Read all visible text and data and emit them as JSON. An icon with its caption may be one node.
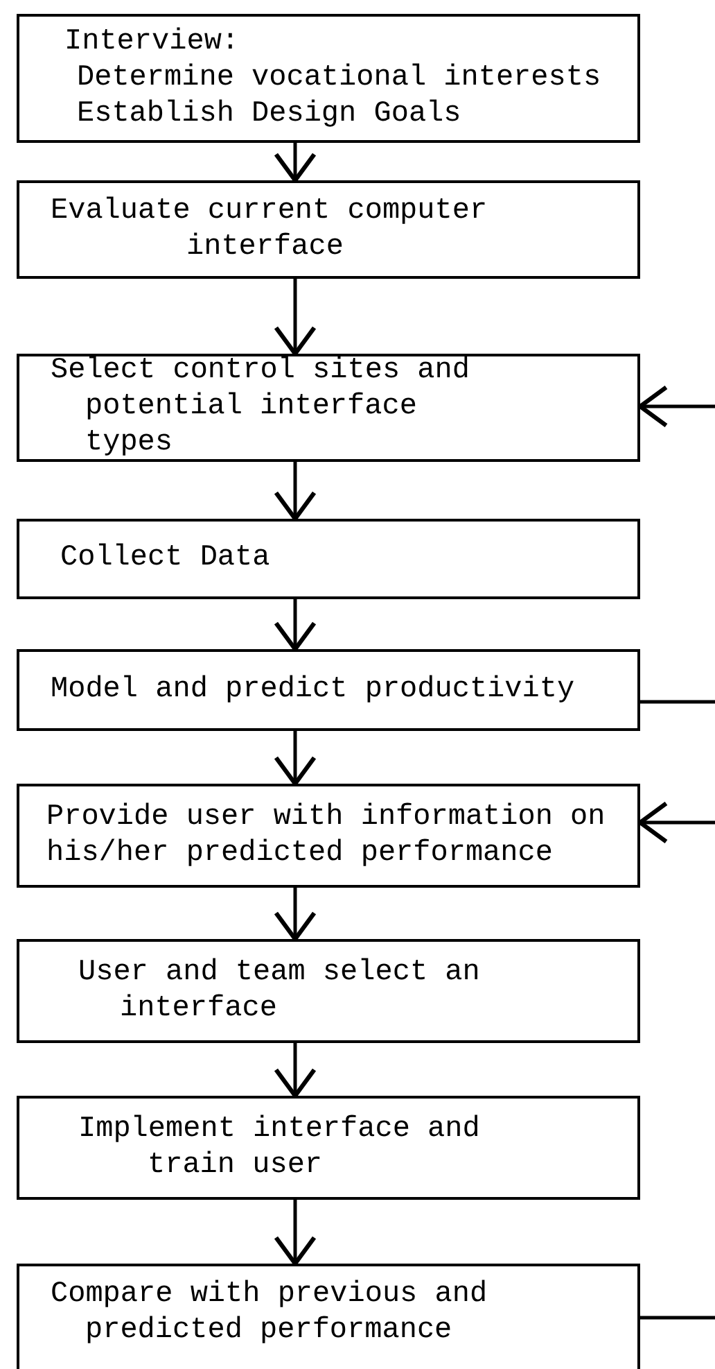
{
  "diagram": {
    "nodes": [
      {
        "text": [
          "Interview:",
          "Determine vocational interests",
          "Establish Design Goals"
        ]
      },
      {
        "text": [
          "Evaluate current computer interface"
        ]
      },
      {
        "text": [
          "Select control sites and potential interface types"
        ]
      },
      {
        "text": [
          "Collect Data"
        ]
      },
      {
        "text": [
          "Model and predict productivity"
        ]
      },
      {
        "text": [
          "Provide user with information on his/her predicted performance"
        ]
      },
      {
        "text": [
          "User and team select an interface"
        ]
      },
      {
        "text": [
          "Implement interface and train user"
        ]
      },
      {
        "text": [
          "Compare with previous and predicted performance"
        ]
      }
    ],
    "edges": [
      {
        "from": 0,
        "to": 1,
        "arrow": "to"
      },
      {
        "from": 1,
        "to": 2,
        "arrow": "to"
      },
      {
        "from": 2,
        "to": 3,
        "arrow": "to"
      },
      {
        "from": 3,
        "to": 4,
        "arrow": "to"
      },
      {
        "from": 4,
        "to": 5,
        "arrow": "to"
      },
      {
        "from": 5,
        "to": 6,
        "arrow": "to"
      },
      {
        "from": 6,
        "to": 7,
        "arrow": "to"
      },
      {
        "from": 7,
        "to": 8,
        "arrow": "to"
      },
      {
        "from": null,
        "to": 2,
        "arrow": "to"
      },
      {
        "from": 4,
        "to": null,
        "arrow": "none"
      },
      {
        "from": null,
        "to": 5,
        "arrow": "to"
      },
      {
        "from": 8,
        "to": null,
        "arrow": "none"
      }
    ]
  }
}
